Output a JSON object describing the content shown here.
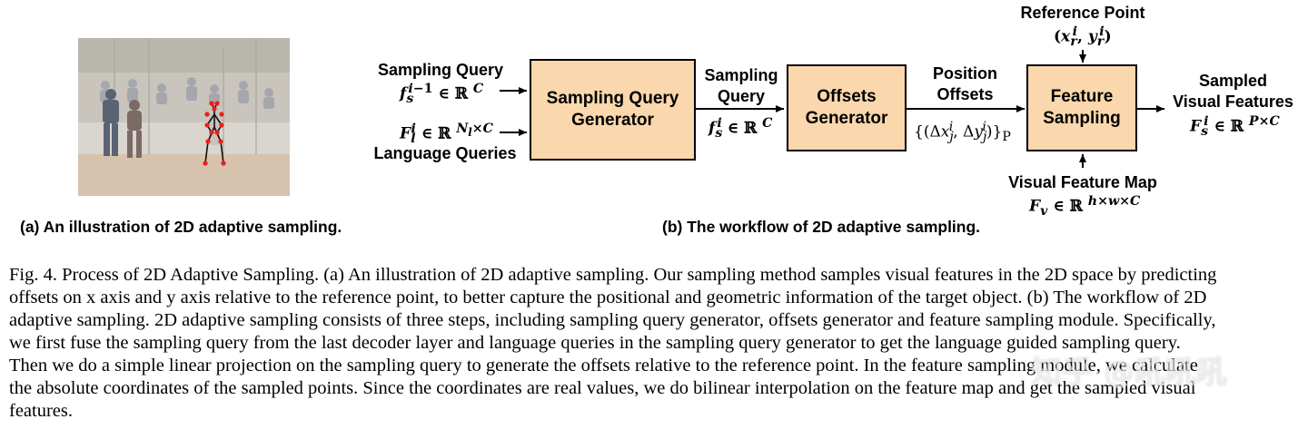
{
  "panel_a": {
    "caption": "(a) An illustration of 2D adaptive sampling."
  },
  "panel_b": {
    "caption": "(b) The workflow of 2D adaptive sampling.",
    "inputs": {
      "sampling_query_label": "Sampling Query",
      "sampling_query_math": "f_s^{i-1} ∈ ℝ^C",
      "language_queries_math": "F_l^i ∈ ℝ^{N_l×C}",
      "language_queries_label": "Language Queries"
    },
    "boxes": {
      "sq_generator": "Sampling Query Generator",
      "offsets_generator": "Offsets Generator",
      "feature_sampling": "Feature Sampling"
    },
    "mid_labels": {
      "sampling_query_line1": "Sampling",
      "sampling_query_line2": "Query",
      "sampling_query_math": "f_s^i ∈ ℝ^C",
      "position_offsets_line1": "Position",
      "position_offsets_line2": "Offsets",
      "offsets_math": "{(Δx_j^i, Δy_j^i)}_P"
    },
    "reference_point": {
      "label": "Reference Point",
      "math": "(x_r^i, y_r^i)"
    },
    "visual_feature_map": {
      "label": "Visual Feature Map",
      "math": "F_v ∈ ℝ^{h×w×C}"
    },
    "output": {
      "line1": "Sampled",
      "line2": "Visual Features",
      "math": "F_s^i ∈ ℝ^{P×C}"
    }
  },
  "figure_caption": {
    "lines": [
      "Fig. 4.     Process of 2D Adaptive Sampling. (a) An illustration of 2D adaptive sampling. Our sampling method samples visual features in the 2D space by predicting",
      "offsets on x axis and y axis relative to the reference point, to better capture the positional and geometric information of the target object. (b) The workflow of 2D",
      "adaptive sampling. 2D adaptive sampling consists of three steps, including sampling query generator, offsets generator and feature sampling module. Specifically,",
      "we first fuse the sampling query from the last decoder layer and language queries in the sampling query generator to get the language guided sampling query.",
      "Then we do a simple linear projection on the sampling query to generate the offsets relative to the reference point. In the feature sampling module, we calculate",
      "the absolute coordinates of the sampled points. Since the coordinates are real values, we do bilinear interpolation on the feature map and get the sampled visual",
      "features."
    ]
  },
  "watermark": "知乎 @吼吼吼",
  "colors": {
    "box_fill": "#fad7ac",
    "sample_point": "#e8201d",
    "skeleton": "#111111"
  }
}
